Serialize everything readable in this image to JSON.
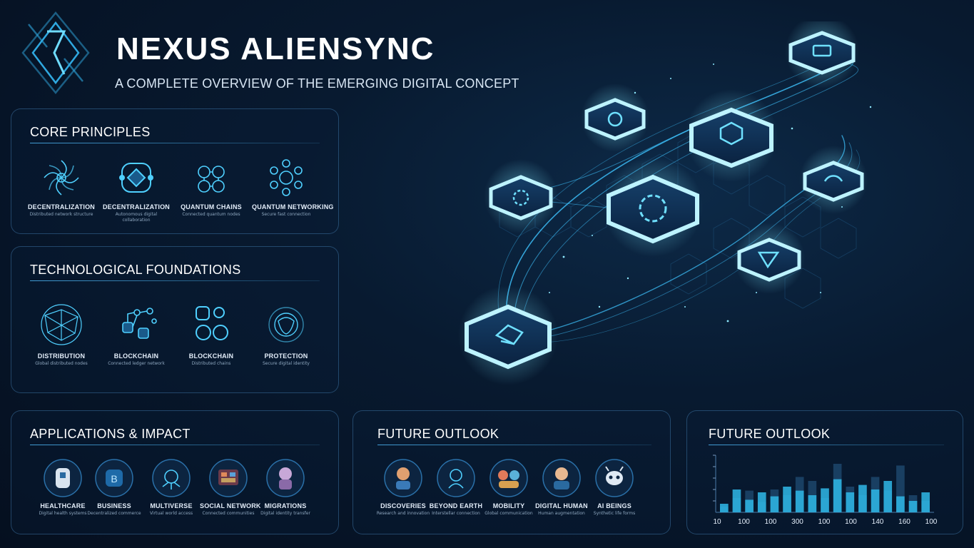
{
  "header": {
    "title": "NEXUS ALIENSYNC",
    "subtitle": "A COMPLETE OVERVIEW OF THE EMERGING DIGITAL CONCEPT"
  },
  "core_principles": {
    "title": "CORE PRINCIPLES",
    "items": [
      {
        "label": "DECENTRALIZATION",
        "desc": "Distributed network structure"
      },
      {
        "label": "DECENTRALIZATION",
        "desc": "Autonomous digital collaboration"
      },
      {
        "label": "QUANTUM CHAINS",
        "desc": "Connected quantum nodes"
      },
      {
        "label": "QUANTUM NETWORKING",
        "desc": "Secure fast connection"
      }
    ]
  },
  "tech_foundations": {
    "title": "TECHNOLOGICAL FOUNDATIONS",
    "items": [
      {
        "label": "DISTRIBUTION",
        "desc": "Global distributed nodes"
      },
      {
        "label": "BLOCKCHAIN",
        "desc": "Connected ledger network"
      },
      {
        "label": "BLOCKCHAIN",
        "desc": "Distributed chains"
      },
      {
        "label": "PROTECTION",
        "desc": "Secure digital identity"
      }
    ]
  },
  "applications": {
    "title": "APPLICATIONS & IMPACT",
    "items": [
      {
        "label": "HEALTHCARE",
        "desc": "Digital health systems"
      },
      {
        "label": "BUSINESS",
        "desc": "Decentralized commerce"
      },
      {
        "label": "MULTIVERSE",
        "desc": "Virtual world access"
      },
      {
        "label": "SOCIAL NETWORK",
        "desc": "Connected communities"
      },
      {
        "label": "MIGRATIONS",
        "desc": "Digital identity transfer"
      }
    ]
  },
  "future_outlook": {
    "title": "FUTURE OUTLOOK",
    "items": [
      {
        "label": "DISCOVERIES",
        "desc": "Research and innovation"
      },
      {
        "label": "BEYOND EARTH",
        "desc": "Interstellar connection"
      },
      {
        "label": "MOBILITY",
        "desc": "Global communication"
      },
      {
        "label": "DIGITAL HUMAN",
        "desc": "Human augmentation"
      },
      {
        "label": "AI BEINGS",
        "desc": "Synthetic life forms"
      }
    ]
  },
  "future_chart": {
    "title": "FUTURE OUTLOOK",
    "chart_data": {
      "type": "bar",
      "categories": [
        "10",
        "100",
        "100",
        "300",
        "100",
        "100",
        "140",
        "160",
        "100"
      ],
      "series": [
        {
          "values": [
            15,
            40,
            22,
            35,
            28,
            45,
            38,
            30,
            42,
            58,
            35,
            48,
            40,
            55,
            28,
            20,
            35
          ]
        },
        {
          "values": [
            10,
            25,
            38,
            18,
            40,
            30,
            62,
            55,
            25,
            85,
            45,
            30,
            62,
            38,
            82,
            30,
            20
          ]
        }
      ]
    }
  },
  "colors": {
    "accent": "#3fd0ff",
    "glow": "#7fe8ff",
    "panel_border": "#3a6e9e"
  }
}
